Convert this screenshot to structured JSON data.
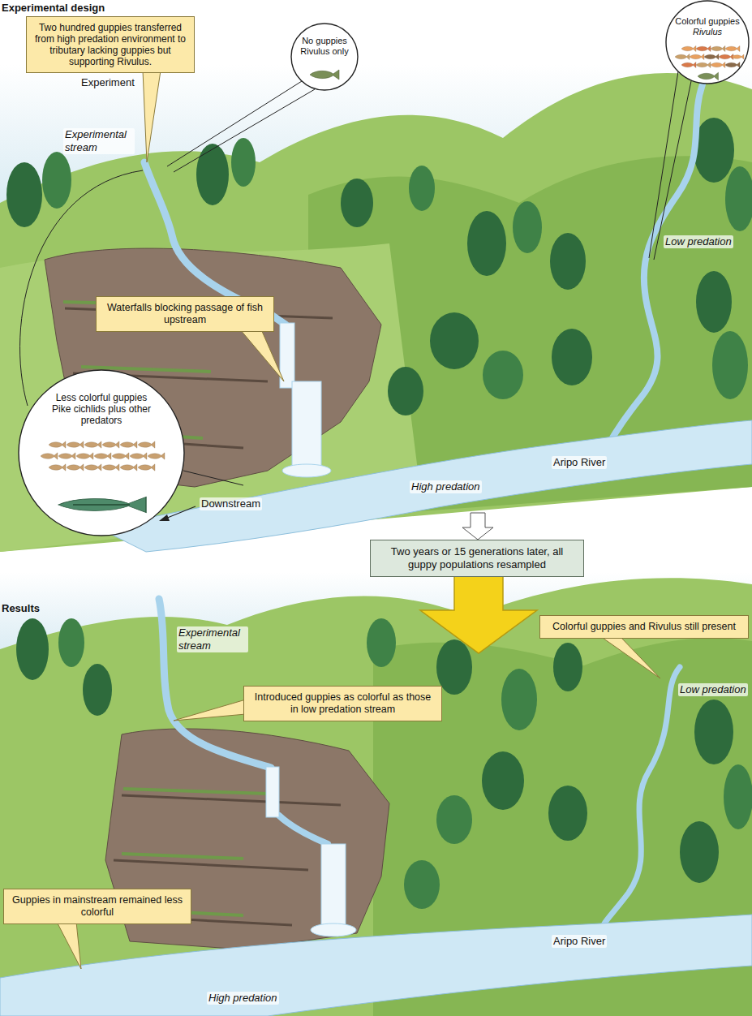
{
  "diagram": {
    "nodes": [
      {
        "text": [
          "Two hundred guppies transferred from high predation environment to tributary lacking guppies but supporting Rivulus."
        ]
      },
      {
        "text": [
          "No guppies",
          "Rivulus only"
        ]
      },
      {
        "text": [
          "Colorful guppies",
          "Rivulus"
        ]
      },
      {
        "text": [
          "Waterfalls blocking passage of fish upstream"
        ]
      },
      {
        "text": [
          "Less colorful guppies",
          "Pike cichlids plus other predators"
        ]
      },
      {
        "text": [
          "Two years or 15 generations later, all guppy populations resampled"
        ]
      },
      {
        "text": [
          "Colorful guppies and Rivulus still present"
        ]
      },
      {
        "text": [
          "Introduced guppies as colorful as those in low predation stream"
        ]
      },
      {
        "text": [
          "Guppies in mainstream remained less colorful"
        ]
      }
    ],
    "labels": [
      "Experimental design",
      "Experiment",
      "Experimental stream",
      "Low predation",
      "Aripo River",
      "High predation",
      "Downstream",
      "Results",
      "Experimental stream",
      "Low predation",
      "Aripo River",
      "High predation"
    ]
  }
}
